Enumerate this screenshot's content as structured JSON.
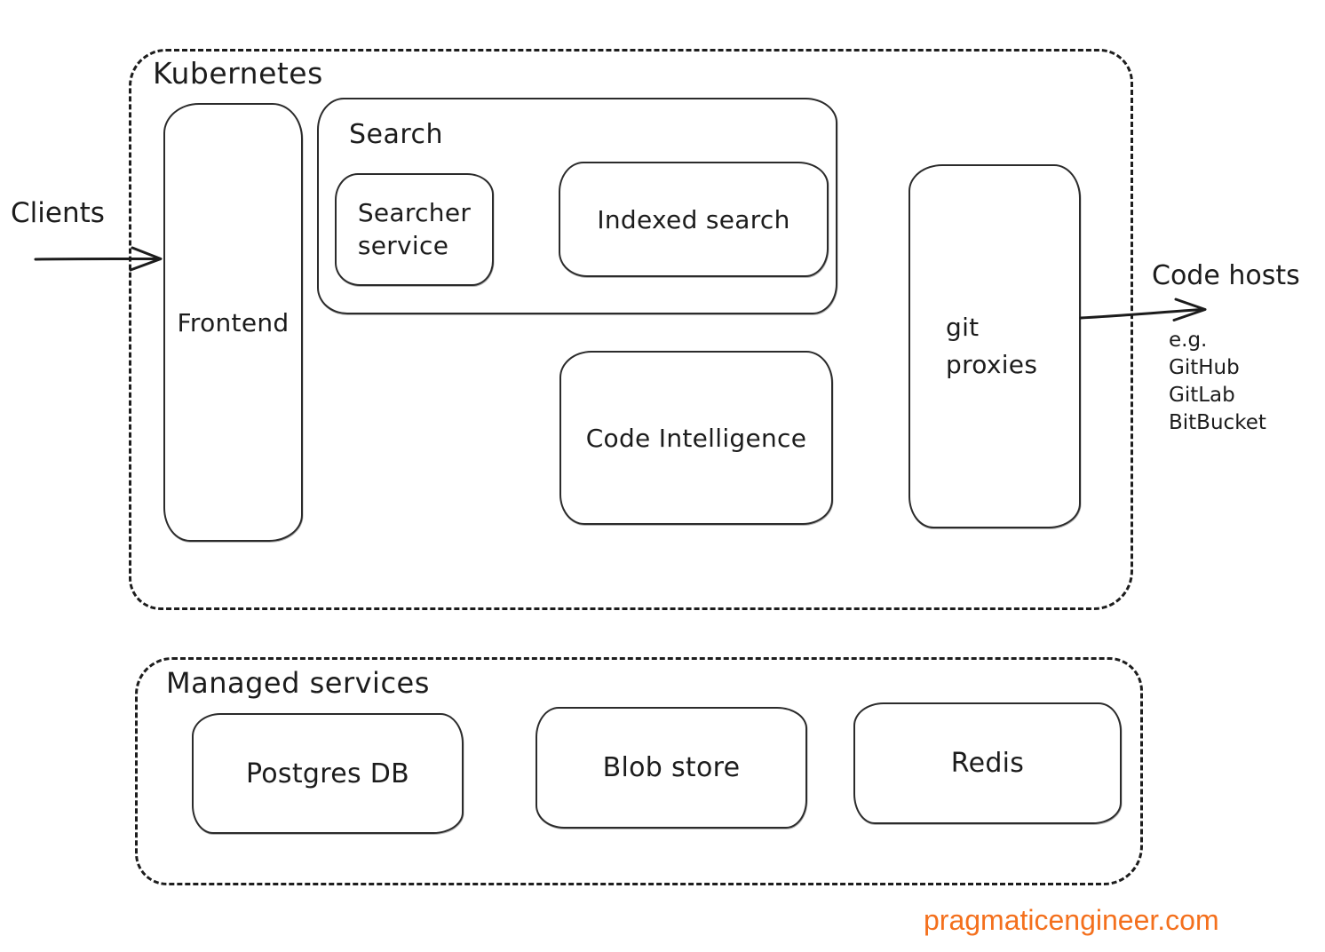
{
  "diagram": {
    "clients_label": "Clients",
    "kubernetes": {
      "label": "Kubernetes",
      "frontend_label": "Frontend",
      "search": {
        "label": "Search",
        "searcher_service_label": "Searcher\nservice",
        "indexed_search_label": "Indexed search"
      },
      "code_intelligence_label": "Code Intelligence",
      "git_proxies_label": "git\nproxies"
    },
    "code_hosts": {
      "label": "Code hosts",
      "examples": [
        "e.g.",
        "GitHub",
        "GitLab",
        "BitBucket"
      ]
    },
    "managed_services": {
      "label": "Managed services",
      "postgres_label": "Postgres DB",
      "blob_store_label": "Blob store",
      "redis_label": "Redis"
    },
    "footer_label": "pragmaticengineer.com",
    "colors": {
      "ink": "#1c1c1c",
      "accent_orange": "#f4701d",
      "background": "#ffffff"
    }
  }
}
